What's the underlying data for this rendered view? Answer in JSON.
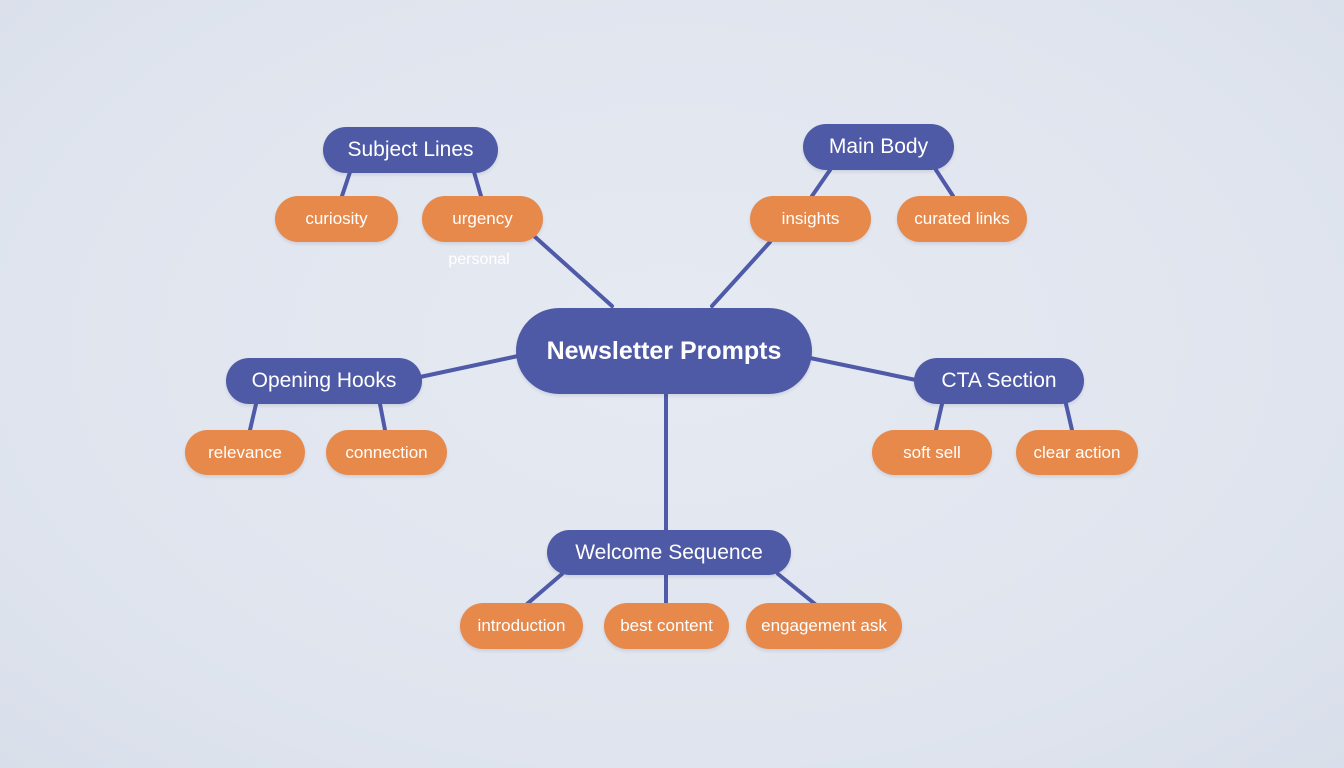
{
  "colors": {
    "background": "#e1e6ef",
    "branch_fill": "#4e5aa6",
    "leaf_fill": "#e6894b",
    "connector": "#4f5aa8",
    "text": "#ffffff"
  },
  "mindmap": {
    "root": "Newsletter Prompts",
    "branches": [
      {
        "id": "subject",
        "label": "Subject Lines",
        "children": [
          "curiosity",
          "urgency"
        ]
      },
      {
        "id": "body",
        "label": "Main Body",
        "children": [
          "insights",
          "curated links"
        ]
      },
      {
        "id": "hooks",
        "label": "Opening Hooks",
        "children": [
          "relevance",
          "connection"
        ]
      },
      {
        "id": "cta",
        "label": "CTA Section",
        "children": [
          "soft sell",
          "clear action"
        ]
      },
      {
        "id": "welcome",
        "label": "Welcome Sequence",
        "children": [
          "introduction",
          "best content",
          "engagement ask"
        ]
      }
    ],
    "floating_label": "personal"
  }
}
